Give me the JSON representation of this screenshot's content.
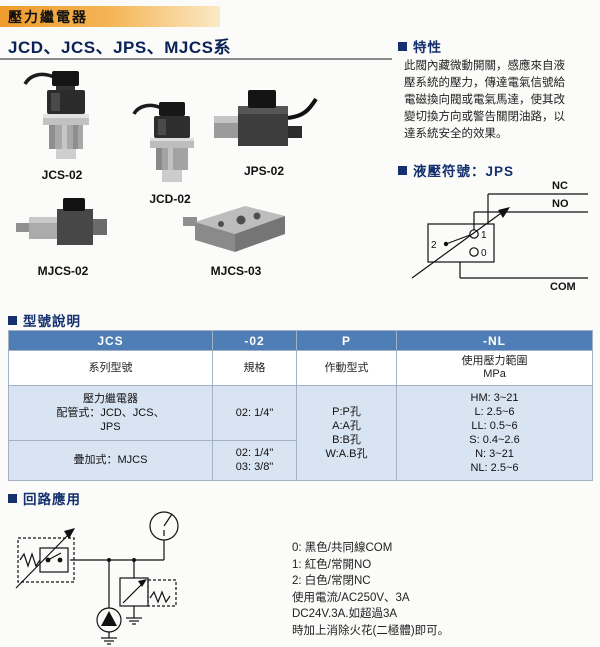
{
  "header": {
    "title": "壓力繼電器",
    "series": "JCD、JCS、JPS、MJCS系"
  },
  "products": [
    {
      "label": "JCS-02"
    },
    {
      "label": "JPS-02"
    },
    {
      "label": "JCD-02"
    },
    {
      "label": "MJCS-02"
    },
    {
      "label": "MJCS-03"
    }
  ],
  "features": {
    "heading": "特性",
    "body": "此閥內藏微動開關，感應來自液\n壓系統的壓力，傳達電氣信號給\n電磁換向閥或電氣馬達，使其改\n變切換方向或警告關閉油路，以\n達系統安全的效果。"
  },
  "hydraulic_symbol": {
    "heading": "液壓符號：JPS",
    "terminals": {
      "nc": "NC",
      "no": "NO",
      "com": "COM"
    },
    "pins": {
      "pin2": "2",
      "pin1": "1",
      "pin0": "0"
    }
  },
  "model_table": {
    "heading": "型號說明",
    "header": [
      "JCS",
      "-02",
      "P",
      "-NL"
    ],
    "subheader": [
      "系列型號",
      "規格",
      "作動型式",
      "使用壓力範圍\nMPa"
    ],
    "row_piping": {
      "series": "壓力繼電器\n配管式：JCD、JCS、\nJPS",
      "spec": "02: 1/4\""
    },
    "row_stack": {
      "series": "疊加式：MJCS",
      "spec": "02: 1/4\"\n03: 3/8\""
    },
    "actuation": "P:P孔\nA:A孔\nB:B孔\nW:A.B孔",
    "pressure_range": "HM: 3~21\nL: 2.5~6\nLL: 0.5~6\nS: 0.4~2.6\nN: 3~21\nNL: 2.5~6"
  },
  "circuit": {
    "heading": "回路應用",
    "notes": [
      "0: 黑色/共同線COM",
      "1: 紅色/常開NO",
      "2: 白色/常閉NC",
      "使用電流/AC250V、3A",
      "DC24V.3A.如超過3A",
      "時加上消除火花(二極體)即可。"
    ]
  },
  "colors": {
    "accent_navy": "#14306e",
    "title_bar_orange": "#ef9c2c",
    "table_header_bg": "#4f7db5",
    "table_body_bg": "#d9e4f2"
  }
}
